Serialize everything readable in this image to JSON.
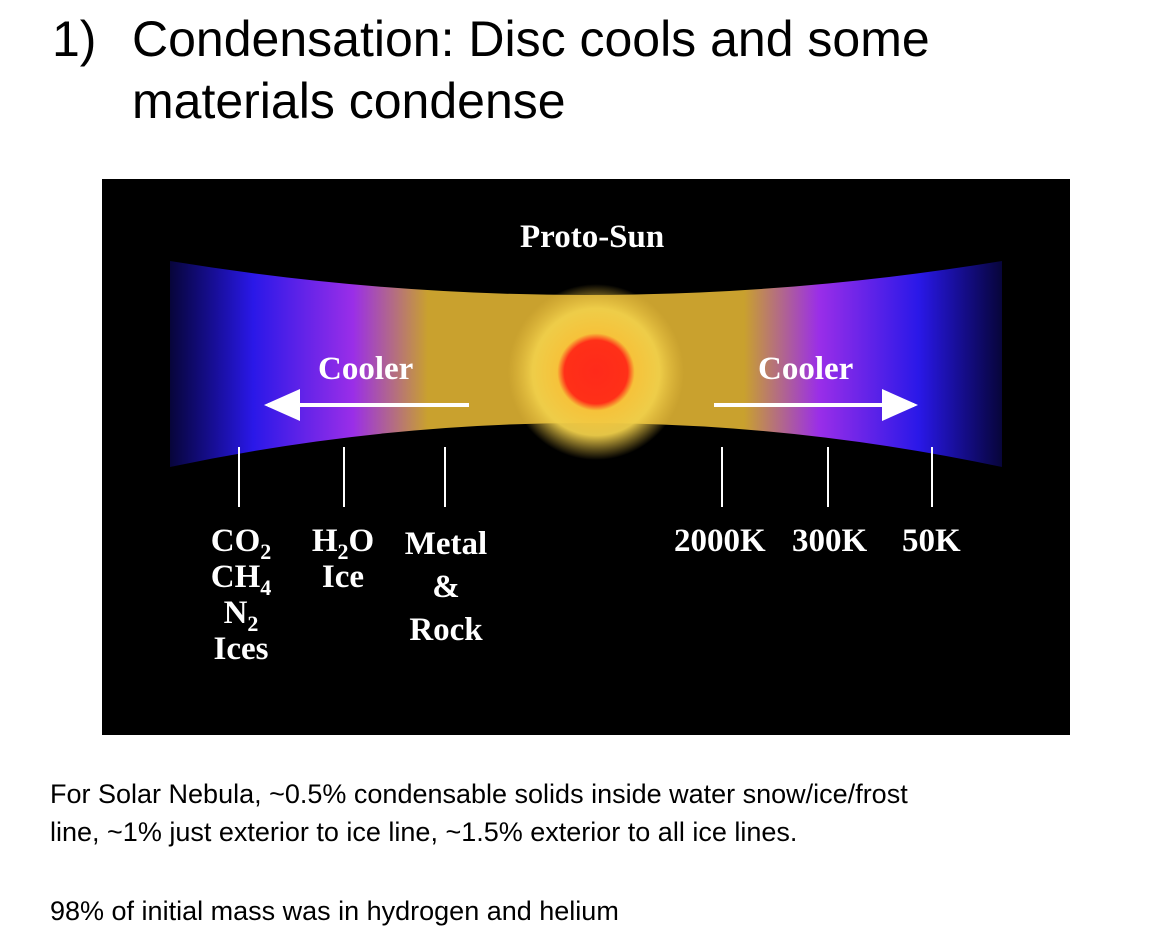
{
  "slide": {
    "title_number": "1)",
    "title_line1": "Condensation: Disc cools and some",
    "title_line2": "materials condense"
  },
  "diagram": {
    "proto_sun": "Proto-Sun",
    "cooler_left": "Cooler",
    "cooler_right": "Cooler",
    "ices": {
      "co_base": "CO",
      "co_sub": "2",
      "ch_base": "CH",
      "ch_sub": "4",
      "n_base": "N",
      "n_sub": "2",
      "ices_word": "Ices"
    },
    "water": {
      "h_base": "H",
      "h_sub": "2",
      "o": "O",
      "ice_word": "Ice"
    },
    "metal": {
      "line1": "Metal",
      "line2": "&",
      "line3": "Rock"
    },
    "temps": [
      "2000K",
      "300K",
      "50K"
    ],
    "colors": {
      "background": "#000000",
      "inner_disc": "#c9a12e",
      "mid_disc": "#b32ee6",
      "outer_disc": "#1e14e8",
      "sun_core": "#ff2a1a",
      "sun_glow": "#f5d24a"
    }
  },
  "text": {
    "para1_line1": "For Solar Nebula, ~0.5% condensable solids inside water snow/ice/frost",
    "para1_line2": "line, ~1% just exterior to ice line, ~1.5% exterior to all ice lines.",
    "para2": "98% of initial mass was in hydrogen and helium"
  }
}
